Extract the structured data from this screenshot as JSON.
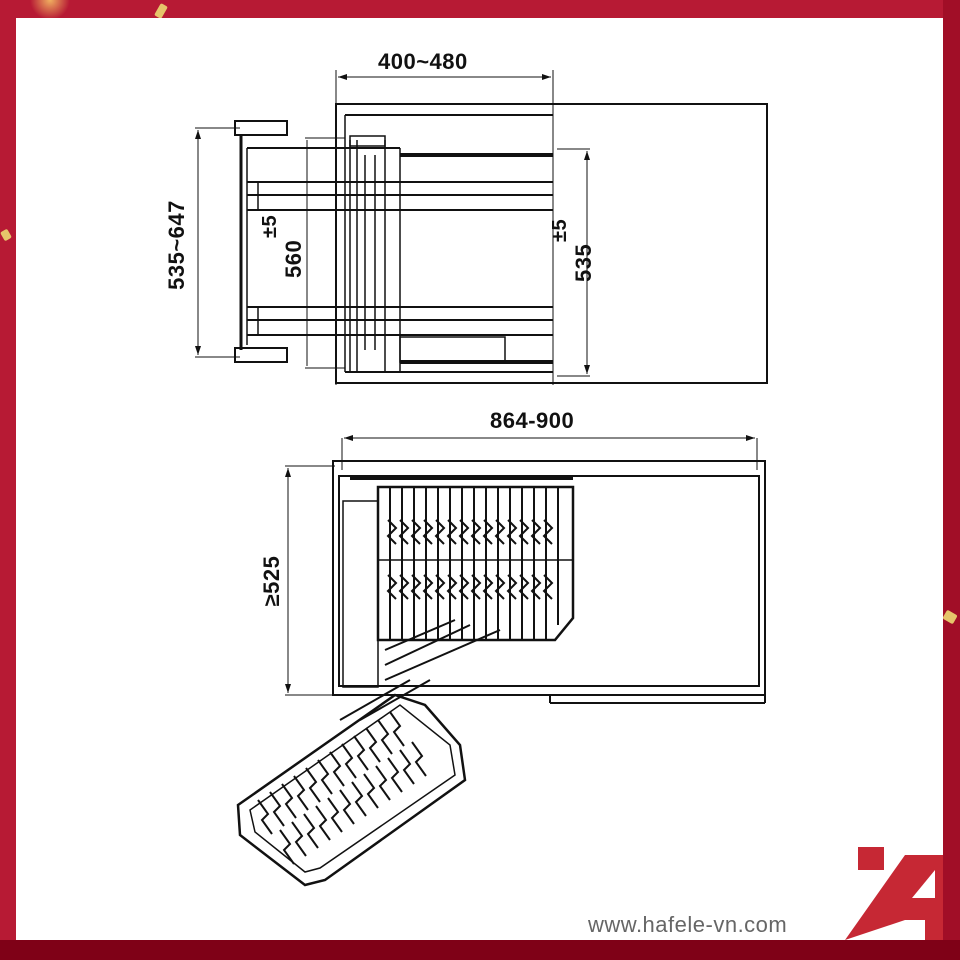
{
  "colors": {
    "frame": "#b71a34",
    "frame_dark": "#7f0117",
    "paper": "#ffffff",
    "line": "#111111",
    "logo_red": "#c62834",
    "url_gray": "#666666",
    "confetti_gold": "#e6c56a"
  },
  "side_view": {
    "width_dimension": "400~480",
    "overall_height_dimension": "535~647",
    "basket_height_dimension": "560",
    "basket_height_tolerance": "±5",
    "cabinet_height_dimension": "535",
    "cabinet_height_tolerance": "±5"
  },
  "top_view": {
    "cabinet_width_dimension": "864-900",
    "cabinet_depth_dimension": "≥525"
  },
  "branding": {
    "website": "www.hafele-vn.com",
    "logo": "hafele-a-logo"
  }
}
